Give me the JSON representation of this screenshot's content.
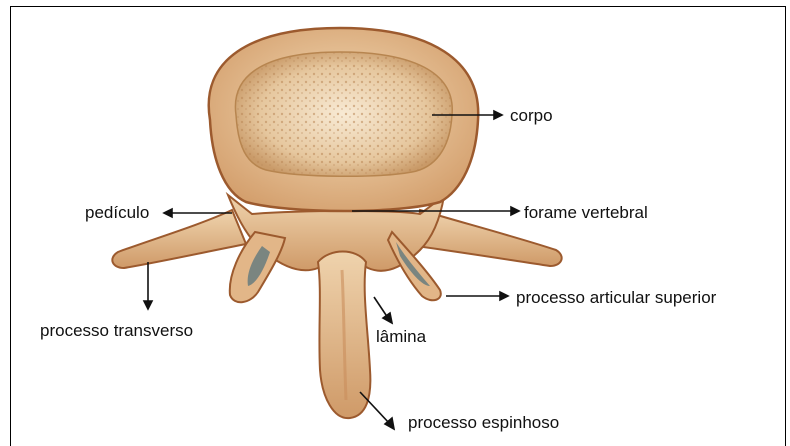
{
  "labels": {
    "corpo": "corpo",
    "forame_vertebral": "forame vertebral",
    "pediculo": "pedículo",
    "processo_articular_superior": "processo articular superior",
    "processo_transverso": "processo transverso",
    "lamina": "lâmina",
    "processo_espinhoso": "processo espinhoso"
  },
  "colors": {
    "bone_outline": "#9c5a2e",
    "bone_fill": "#e9c79c",
    "bone_shadow": "#c98d5c",
    "cancellous": "#c79a6a",
    "cartilage": "#6f7f80",
    "arrow": "#111111"
  }
}
